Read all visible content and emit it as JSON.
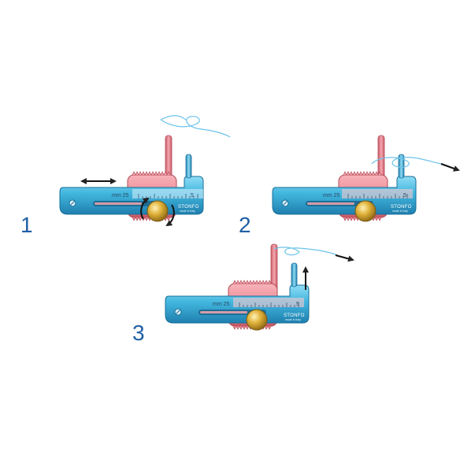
{
  "steps": [
    {
      "number": "1",
      "scale_label": "mm 25",
      "end_mark": "5",
      "brand": "STONFO",
      "sub_brand": "made in Italy"
    },
    {
      "number": "2",
      "scale_label": "mm 25",
      "end_mark": "5",
      "brand": "STONFO",
      "sub_brand": "made in Italy"
    },
    {
      "number": "3",
      "scale_label": "mm 25",
      "end_mark": "5",
      "brand": "STONFO",
      "sub_brand": "made in Italy"
    }
  ],
  "colors": {
    "body_blue": "#41b6de",
    "body_blue_dark": "#1f7fae",
    "clamp_red": "#ee8893",
    "clamp_red_dark": "#c95a66",
    "knob_gold": "#e0b23a",
    "line_blue": "#6cc3ea",
    "arrow": "#222222",
    "number_blue": "#1f5fa6"
  },
  "icons": [
    "double-arrow-icon",
    "rotate-arrows-icon",
    "right-arrow-icon",
    "up-arrow-icon"
  ]
}
